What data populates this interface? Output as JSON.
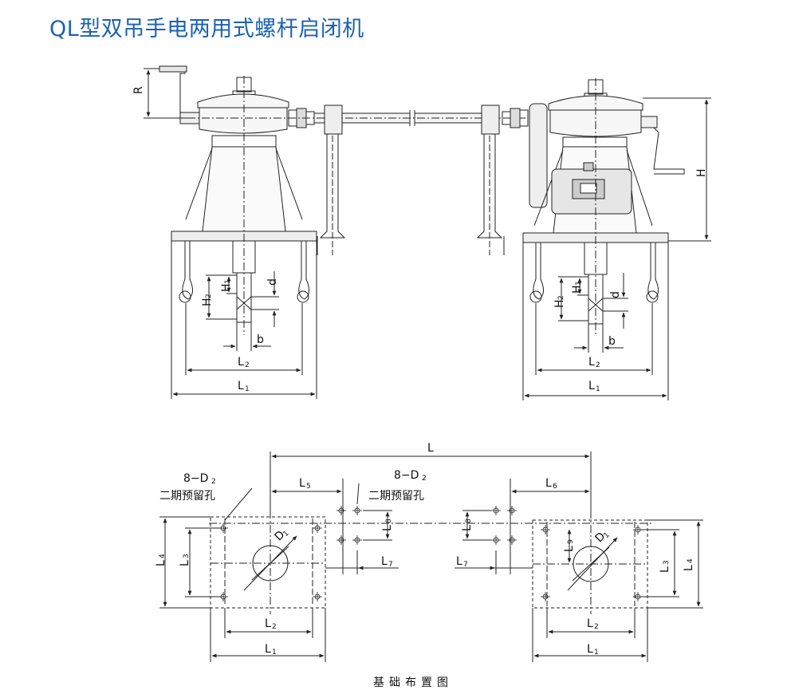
{
  "title": "QL型双吊手电两用式螺杆启闭机",
  "caption": "基础布置图",
  "elevation": {
    "left": {
      "R": "R",
      "H2": "H",
      "H2_sub": "2",
      "H1": "H",
      "H1_sub": "1",
      "d": "d",
      "b": "b",
      "L2": "L",
      "L2_sub": "2",
      "L1": "L",
      "L1_sub": "1"
    },
    "right": {
      "H": "H",
      "H2": "H",
      "H2_sub": "2",
      "H1": "H",
      "H1_sub": "1",
      "d": "d",
      "b": "b",
      "L2": "L",
      "L2_sub": "2",
      "L1": "L",
      "L1_sub": "1"
    }
  },
  "plan": {
    "L": "L",
    "holes_label_left": "8−D",
    "holes_label_left_sub": "2",
    "reserve_left": "二期预留孔",
    "holes_label_mid": "8−D",
    "holes_label_mid_sub": "2",
    "reserve_mid": "二期预留孔",
    "L5": "L",
    "L5_sub": "5",
    "L6": "L",
    "L6_sub": "6",
    "L8a": "L",
    "L8a_sub": "8",
    "L8b": "L",
    "L8b_sub": "8",
    "L7a": "L",
    "L7a_sub": "7",
    "L7b": "L",
    "L7b_sub": "7",
    "L9": "L",
    "L9_sub": "9",
    "D1a": "D",
    "D1a_sub": "1",
    "D1b": "D",
    "D1b_sub": "1",
    "L4a": "L",
    "L4a_sub": "4",
    "L3a": "L",
    "L3a_sub": "3",
    "L4b": "L",
    "L4b_sub": "4",
    "L3b": "L",
    "L3b_sub": "3",
    "L2a": "L",
    "L2a_sub": "2",
    "L1a": "L",
    "L1a_sub": "1",
    "L2b": "L",
    "L2b_sub": "2",
    "L1b": "L",
    "L1b_sub": "1"
  }
}
